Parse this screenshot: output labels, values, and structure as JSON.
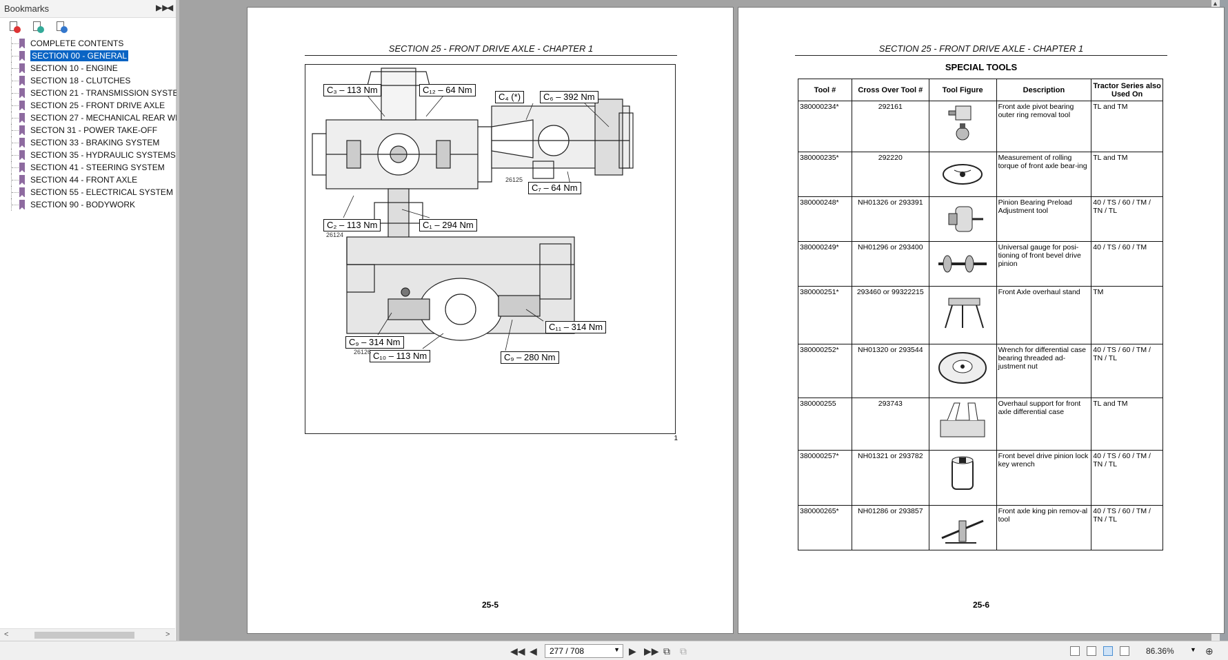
{
  "sidebar": {
    "title": "Bookmarks",
    "items": [
      {
        "label": "COMPLETE CONTENTS"
      },
      {
        "label": "SECTION 00 - GENERAL"
      },
      {
        "label": "SECTION 10 - ENGINE"
      },
      {
        "label": "SECTION 18 - CLUTCHES"
      },
      {
        "label": "SECTION 21 - TRANSMISSION SYSTE"
      },
      {
        "label": "SECTION 25 - FRONT DRIVE AXLE"
      },
      {
        "label": "SECTION 27 - MECHANICAL REAR WH"
      },
      {
        "label": "SECTON 31 - POWER TAKE-OFF"
      },
      {
        "label": "SECTION 33 - BRAKING SYSTEM"
      },
      {
        "label": "SECTION 35 - HYDRAULIC SYSTEMS"
      },
      {
        "label": "SECTION 41 - STEERING SYSTEM"
      },
      {
        "label": "SECTION 44 - FRONT AXLE"
      },
      {
        "label": "SECTION 55 - ELECTRICAL SYSTEM"
      },
      {
        "label": "SECTION 90 - BODYWORK"
      }
    ],
    "selected_index": 1
  },
  "page1": {
    "header": "SECTION 25 - FRONT DRIVE AXLE - CHAPTER 1",
    "page_number": "25-5",
    "figure_index": "1",
    "callouts": {
      "c3": "C₃ – 113 Nm",
      "c12": "C₁₂ – 64 Nm",
      "c4": "C₄ (*)",
      "c6": "C₆ – 392 Nm",
      "c7": "C₇ – 64 Nm",
      "c2": "C₂ – 113 Nm",
      "c1": "C₁ – 294 Nm",
      "c11": "C₁₁ – 314 Nm",
      "c9a": "C₉ – 314 Nm",
      "c10": "C₁₀ – 113 Nm",
      "c9b": "C₉ – 280 Nm"
    },
    "fig_numbers": {
      "a": "26124",
      "b": "26125",
      "c": "26126"
    }
  },
  "page2": {
    "header": "SECTION 25 - FRONT DRIVE AXLE - CHAPTER 1",
    "title": "SPECIAL TOOLS",
    "page_number": "25-6",
    "columns": [
      "Tool #",
      "Cross Over Tool #",
      "Tool Figure",
      "Description",
      "Tractor Series also Used On"
    ],
    "rows": [
      {
        "tool": "380000234*",
        "cross": "292161",
        "desc": "Front axle pivot bearing outer ring removal tool",
        "series": "TL and TM",
        "icon": "bearing-puller-icon"
      },
      {
        "tool": "380000235*",
        "cross": "292220",
        "desc": "Measurement of rolling torque of front axle bear-ing",
        "series": "TL and TM",
        "icon": "torque-pulley-icon"
      },
      {
        "tool": "380000248*",
        "cross": "NH01326 or 293391",
        "desc": "Pinion Bearing Preload Adjustment tool",
        "series": "40 / TS / 60 / TM / TN / TL",
        "icon": "preload-tool-icon"
      },
      {
        "tool": "380000249*",
        "cross": "NH01296 or 293400",
        "desc": "Universal gauge for posi-tioning of front bevel drive pinion",
        "series": "40 / TS / 60 / TM",
        "icon": "gauge-tool-icon"
      },
      {
        "tool": "380000251*",
        "cross": "293460 or 99322215",
        "desc": "Front Axle overhaul stand",
        "series": "TM",
        "icon": "overhaul-stand-icon"
      },
      {
        "tool": "380000252*",
        "cross": "NH01320 or 293544",
        "desc": "Wrench for differential case bearing threaded ad-justment nut",
        "series": "40 / TS / 60 / TM / TN / TL",
        "icon": "wrench-disc-icon"
      },
      {
        "tool": "380000255",
        "cross": "293743",
        "desc": "Overhaul support for front axle differential case",
        "series": "TL and TM",
        "icon": "support-bracket-icon"
      },
      {
        "tool": "380000257*",
        "cross": "NH01321 or 293782",
        "desc": "Front bevel drive pinion lock key wrench",
        "series": "40 / TS / 60 / TM / TN / TL",
        "icon": "socket-wrench-icon"
      },
      {
        "tool": "380000265*",
        "cross": "NH01286 or 293857",
        "desc": "Front axle king pin remov-al tool",
        "series": "40 / TS / 60 / TM / TN / TL",
        "icon": "kingpin-puller-icon"
      }
    ]
  },
  "toolbar": {
    "page_field": "277 / 708",
    "zoom": "86.36%"
  },
  "colors": {
    "selection": "#0a64c4",
    "bookmark_ribbon": "#8e6ba0"
  }
}
